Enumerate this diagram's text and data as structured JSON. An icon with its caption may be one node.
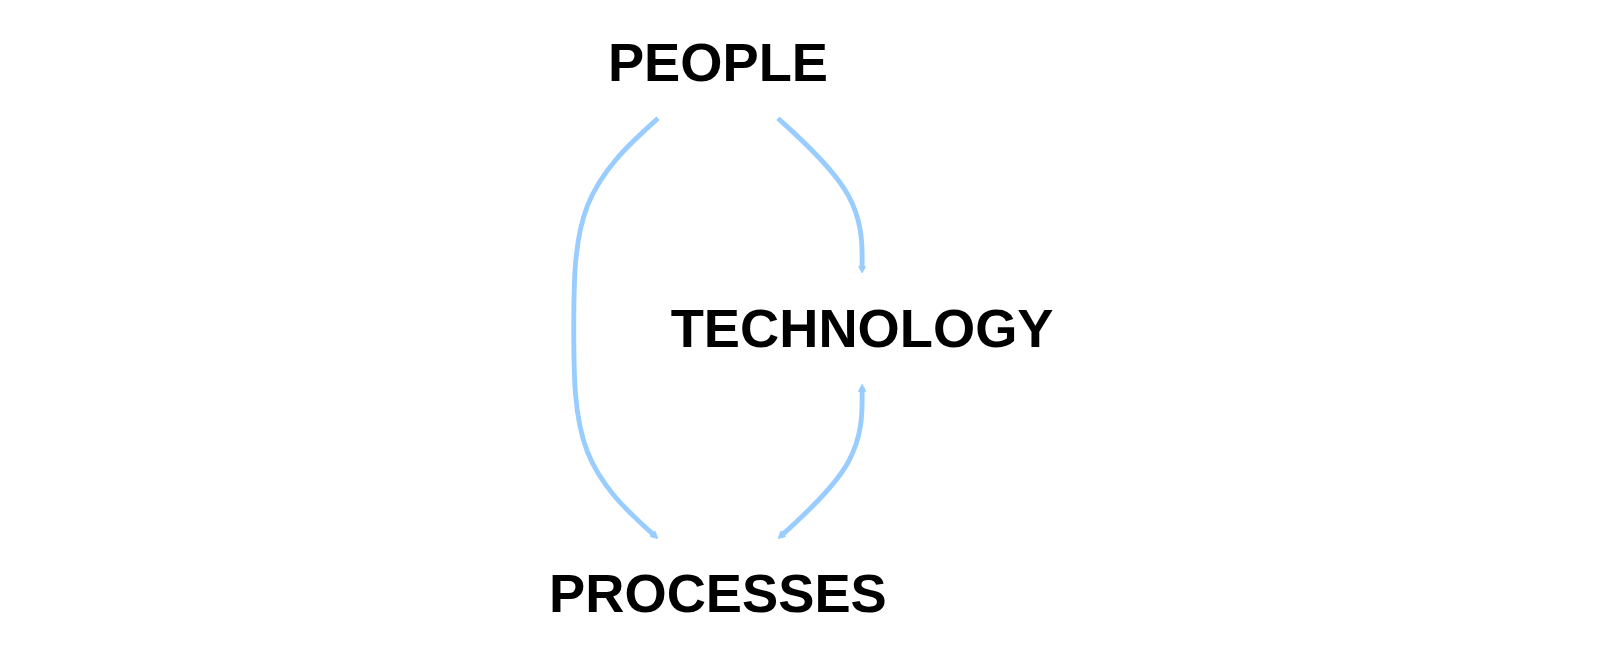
{
  "diagram": {
    "nodes": [
      {
        "text": [
          "PEOPLE"
        ]
      },
      {
        "text": [
          "TECHNOLOGY"
        ]
      },
      {
        "text": [
          "PROCESSES"
        ]
      }
    ],
    "edges": [
      {
        "from": 0,
        "to": 1,
        "arrow": "to"
      },
      {
        "from": 0,
        "to": 2,
        "arrow": "to"
      },
      {
        "from": 1,
        "to": 2,
        "arrow": "both"
      }
    ]
  }
}
